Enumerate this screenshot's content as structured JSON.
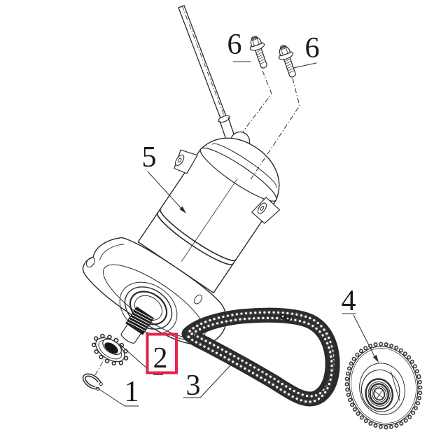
{
  "diagram": {
    "colors": {
      "background": "#ffffff",
      "line": "#2b2b2b",
      "highlight": "#e4234e"
    },
    "callouts": {
      "one": {
        "number": "1"
      },
      "two": {
        "number": "2",
        "highlighted": true
      },
      "three": {
        "number": "3"
      },
      "four": {
        "number": "4"
      },
      "five": {
        "number": "5"
      },
      "six_left": {
        "number": "6"
      },
      "six_right": {
        "number": "6"
      }
    }
  }
}
